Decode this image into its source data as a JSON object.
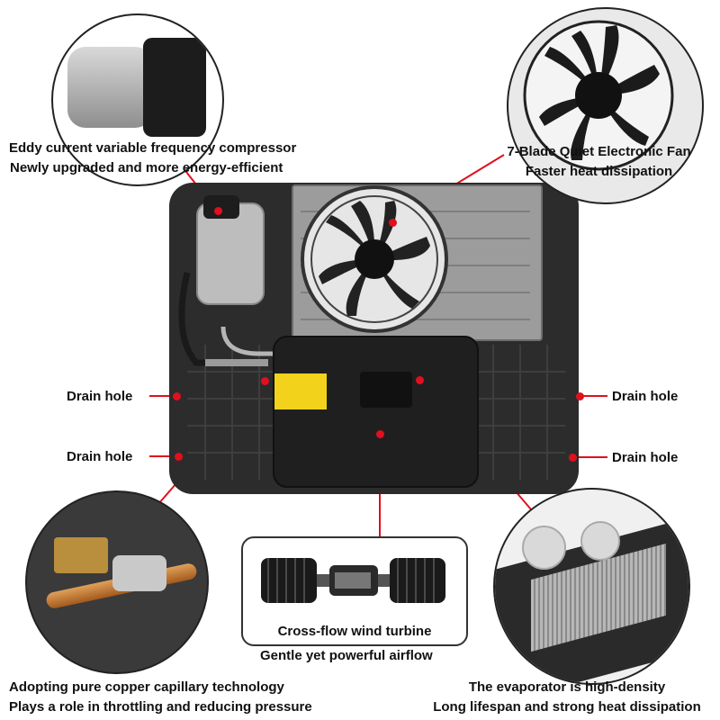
{
  "callouts": {
    "compressor": {
      "line1": "Eddy current variable frequency compressor",
      "line2": "Newly upgraded and more energy-efficient"
    },
    "fan": {
      "line1": "7-Blade Quiet Electronic Fan",
      "line2": "Faster heat dissipation"
    },
    "drain_left_top": "Drain hole",
    "drain_left_bottom": "Drain hole",
    "drain_right_top": "Drain hole",
    "drain_right_bottom": "Drain hole",
    "turbine": {
      "caption": "Cross-flow wind turbine",
      "line2": "Gentle yet powerful airflow"
    },
    "capillary": {
      "line1": "Adopting pure copper capillary technology",
      "line2": "Plays a role in throttling and reducing pressure"
    },
    "evaporator": {
      "line1": "The evaporator is high-density",
      "line2": "Long lifespan and strong heat dissipation"
    }
  },
  "colors": {
    "accent": "#e0101e",
    "unit_body": "#2a2a2a",
    "condenser": "#9a9a9a"
  },
  "icons": [
    "compressor-photo",
    "fan-photo",
    "capillary-photo",
    "evaporator-photo",
    "turbine-photo"
  ]
}
